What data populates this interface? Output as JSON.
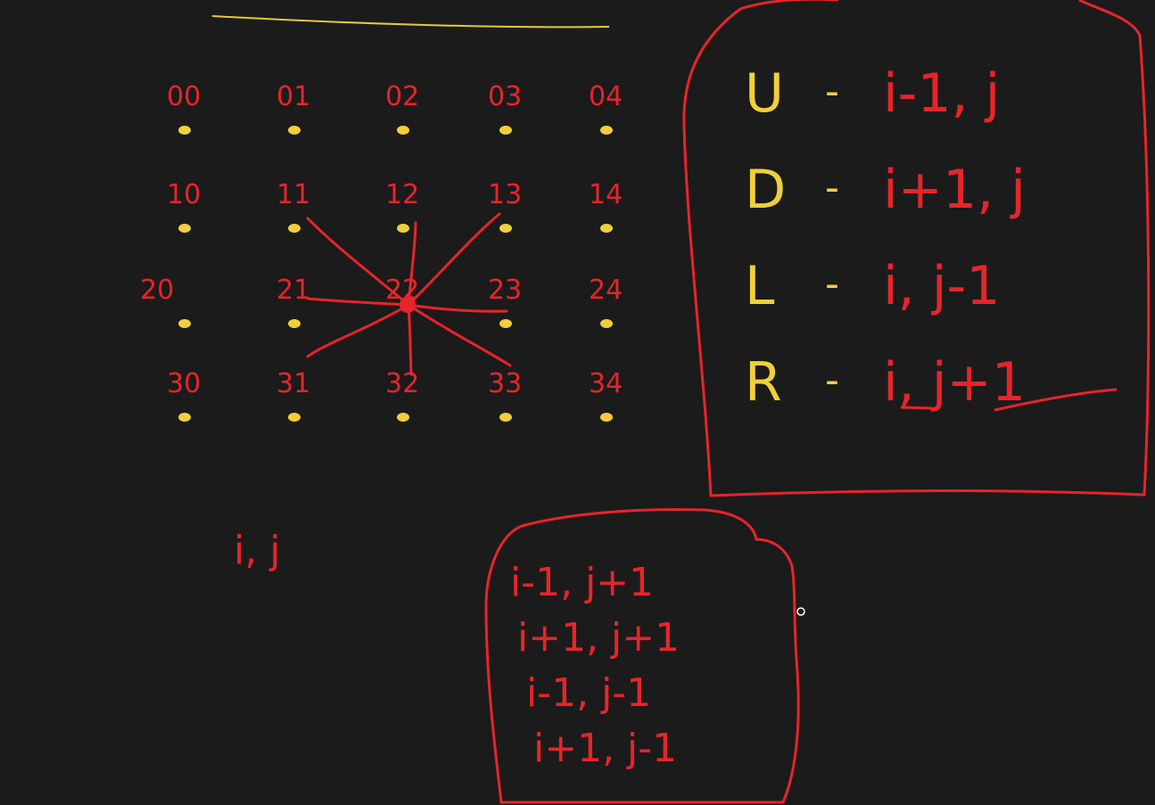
{
  "colors": {
    "background": "#1b1b1b",
    "ink_red": "#e8242a",
    "ink_yellow": "#f2cf3a"
  },
  "grid": {
    "rows": [
      [
        "00",
        "01",
        "02",
        "03",
        "04"
      ],
      [
        "10",
        "11",
        "12",
        "13",
        "14"
      ],
      [
        "20",
        "21",
        "22",
        "23",
        "24"
      ],
      [
        "30",
        "31",
        "32",
        "33",
        "34"
      ]
    ],
    "center": "22"
  },
  "directions": [
    {
      "dir": "U",
      "formula": "i-1, j"
    },
    {
      "dir": "D",
      "formula": "i+1, j"
    },
    {
      "dir": "L",
      "formula": "i, j-1"
    },
    {
      "dir": "R",
      "formula": "i, j+1"
    }
  ],
  "current_cell": "i, j",
  "diagonals": [
    "i-1, j+1",
    "i+1, j+1",
    "i-1, j-1",
    "i+1, j-1"
  ]
}
